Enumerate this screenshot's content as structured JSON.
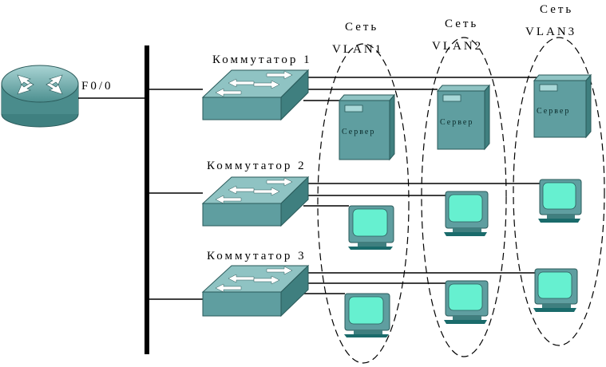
{
  "router": {
    "port_label": "F0/0"
  },
  "switches": [
    {
      "label": "Коммутатор 1"
    },
    {
      "label": "Коммутатор 2"
    },
    {
      "label": "Коммутатор 3"
    }
  ],
  "vlans": [
    {
      "title": "Сеть",
      "name": "VLAN1",
      "server_label": "Сервер"
    },
    {
      "title": "Сеть",
      "name": "VLAN2",
      "server_label": "Сервер"
    },
    {
      "title": "Сеть",
      "name": "VLAN3",
      "server_label": "Сервер"
    }
  ],
  "colors": {
    "device_face": "#5f9ea0",
    "device_top": "#8fc3c3",
    "device_side": "#3f7f7f",
    "screen": "#66f0d0",
    "monitor_base": "#1a6b6b",
    "line": "#000000"
  }
}
